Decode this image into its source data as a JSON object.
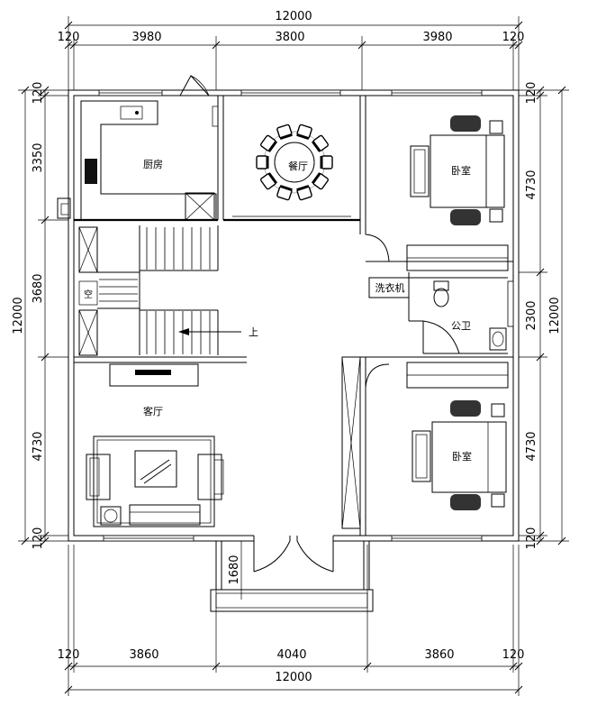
{
  "dimensions": {
    "top_total": "12000",
    "top_segments": [
      "120",
      "3980",
      "3800",
      "3980",
      "120"
    ],
    "bottom_total": "12000",
    "bottom_segments": [
      "120",
      "3860",
      "4040",
      "3860",
      "120"
    ],
    "left_total": "12000",
    "left_segments": [
      "120",
      "3350",
      "3680",
      "4730",
      "120"
    ],
    "right_total": "12000",
    "right_segments": [
      "120",
      "4730",
      "2300",
      "4730",
      "120"
    ],
    "porch_depth": "1680"
  },
  "rooms": {
    "kitchen": "厨房",
    "dining": "餐厅",
    "bedroom_top": "卧室",
    "bedroom_bottom": "卧室",
    "laundry": "洗衣机",
    "bathroom": "公卫",
    "living": "客厅",
    "void": "空",
    "stair_up": "上"
  }
}
